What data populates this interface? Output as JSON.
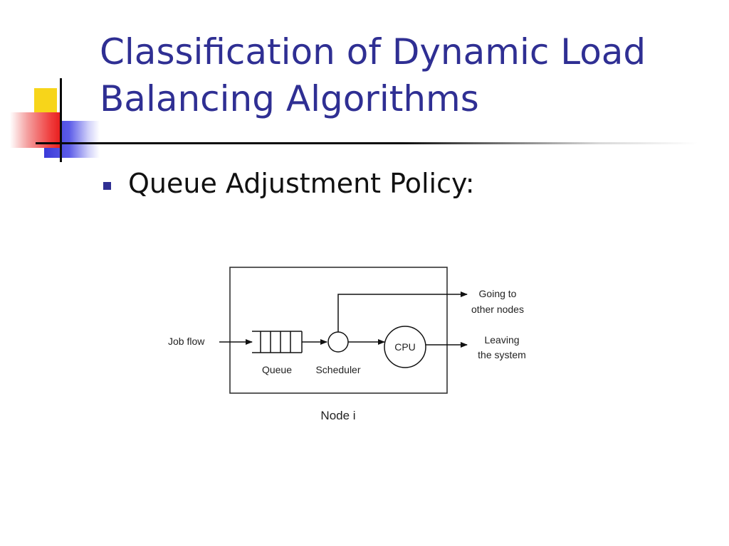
{
  "slide": {
    "title_line1": "Classification of Dynamic Load",
    "title_line2": "Balancing Algorithms",
    "bullet": "Queue Adjustment Policy:",
    "accent_color": "#2f2f93"
  },
  "diagram": {
    "job_flow": "Job flow",
    "queue": "Queue",
    "scheduler": "Scheduler",
    "cpu": "CPU",
    "going_line1": "Going to",
    "going_line2": "other nodes",
    "leaving_line1": "Leaving",
    "leaving_line2": "the system",
    "node": "Node i"
  }
}
